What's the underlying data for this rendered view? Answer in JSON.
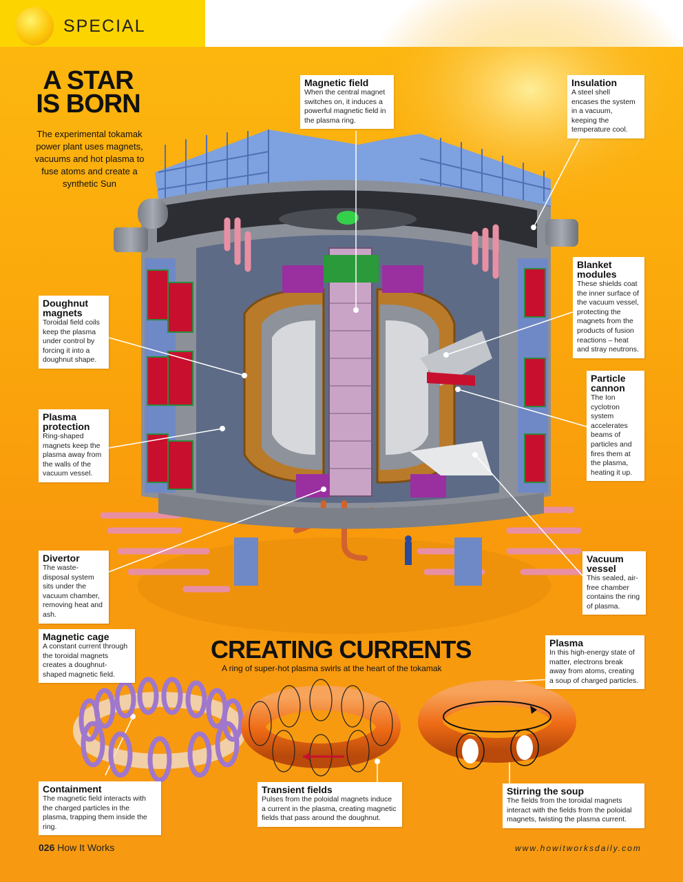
{
  "header": {
    "section": "SPECIAL"
  },
  "article": {
    "title_line1": "A STAR",
    "title_line2": "IS BORN",
    "intro": "The experimental tokamak power plant uses magnets, vacuums and hot plasma to fuse atoms and create a synthetic Sun"
  },
  "callouts": {
    "magnetic_field": {
      "title": "Magnetic field",
      "text": "When the central magnet switches on, it induces a powerful magnetic field in the plasma ring."
    },
    "insulation": {
      "title": "Insulation",
      "text": "A steel shell encases the system in a vacuum, keeping the temperature cool."
    },
    "doughnut_magnets": {
      "title": "Doughnut magnets",
      "text": "Toroidal field coils keep the plasma under control by forcing it into a doughnut shape."
    },
    "blanket_modules": {
      "title": "Blanket modules",
      "text": "These shields coat the inner surface of the vacuum vessel, protecting the magnets from the products of fusion reactions – heat and stray neutrons."
    },
    "particle_cannon": {
      "title": "Particle cannon",
      "text": "The Ion cyclotron system accelerates beams of particles and fires them at the plasma, heating it up."
    },
    "plasma_protection": {
      "title": "Plasma protection",
      "text": "Ring-shaped magnets keep the plasma away from the walls of the vacuum vessel."
    },
    "divertor": {
      "title": "Divertor",
      "text": "The waste-disposal system sits under the vacuum chamber, removing heat and ash."
    },
    "vacuum_vessel": {
      "title": "Vacuum vessel",
      "text": "This sealed, air-free chamber contains the ring of plasma."
    }
  },
  "currents": {
    "title": "CREATING CURRENTS",
    "subtitle": "A ring of super-hot plasma swirls at the heart of the tokamak",
    "magnetic_cage": {
      "title": "Magnetic cage",
      "text": "A constant current through the toroidal magnets creates a doughnut-shaped magnetic field."
    },
    "plasma": {
      "title": "Plasma",
      "text": "In this high-energy state of matter, electrons break away from atoms, creating a soup of charged particles."
    },
    "containment": {
      "title": "Containment",
      "text": "The magnetic field interacts with the charged particles in the plasma, trapping them inside the ring."
    },
    "transient_fields": {
      "title": "Transient fields",
      "text": "Pulses from the poloidal magnets induce a current in the plasma, creating magnetic fields that pass around the doughnut."
    },
    "stirring_soup": {
      "title": "Stirring the soup",
      "text": "The fields from the toroidal magnets interact with the fields from the poloidal magnets, twisting the plasma current."
    }
  },
  "footer": {
    "page": "026",
    "magazine": "How It Works",
    "url": "www.howitworksdaily.com"
  },
  "colors": {
    "accent_yellow": "#fcd400",
    "background_orange": "#fba80c",
    "torus_orange": "#f37b1d",
    "coil_purple": "#a98ad0"
  }
}
